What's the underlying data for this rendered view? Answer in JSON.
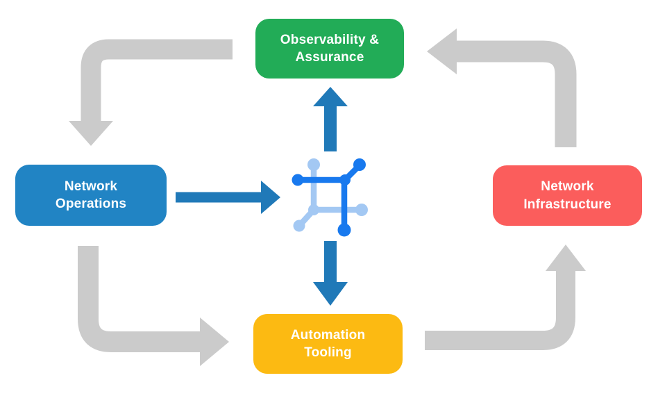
{
  "diagram": {
    "nodes": {
      "observability": {
        "label": "Observability &\nAssurance",
        "color": "#22AC57"
      },
      "operations": {
        "label": "Network\nOperations",
        "color": "#2184C4"
      },
      "infrastructure": {
        "label": "Network\nInfrastructure",
        "color": "#FB5D5C"
      },
      "automation": {
        "label": "Automation\nTooling",
        "color": "#FCBA12"
      }
    },
    "center_icon": "network-mesh-icon",
    "flows": {
      "outer_cycle": [
        {
          "from": "Observability & Assurance",
          "to": "Network Operations",
          "style": "gray-elbow-arrow"
        },
        {
          "from": "Network Operations",
          "to": "Automation Tooling",
          "style": "gray-elbow-arrow"
        },
        {
          "from": "Automation Tooling",
          "to": "Network Infrastructure",
          "style": "gray-elbow-arrow"
        },
        {
          "from": "Network Infrastructure",
          "to": "Observability & Assurance",
          "style": "gray-elbow-arrow"
        }
      ],
      "center_links": [
        {
          "from": "Network Operations",
          "to": "center-icon",
          "style": "blue-arrow"
        },
        {
          "from": "center-icon",
          "to": "Observability & Assurance",
          "style": "blue-arrow"
        },
        {
          "from": "center-icon",
          "to": "Automation Tooling",
          "style": "blue-arrow"
        }
      ]
    }
  },
  "colors": {
    "green": "#22AC57",
    "blue": "#2184C4",
    "red": "#FB5D5C",
    "yellow": "#FCBA12",
    "arrow_gray": "#CBCBCB",
    "arrow_blue": "#2079B8",
    "icon_dark": "#1879EE",
    "icon_light": "#A3C8F3",
    "label_text": "#FFFFFF"
  }
}
